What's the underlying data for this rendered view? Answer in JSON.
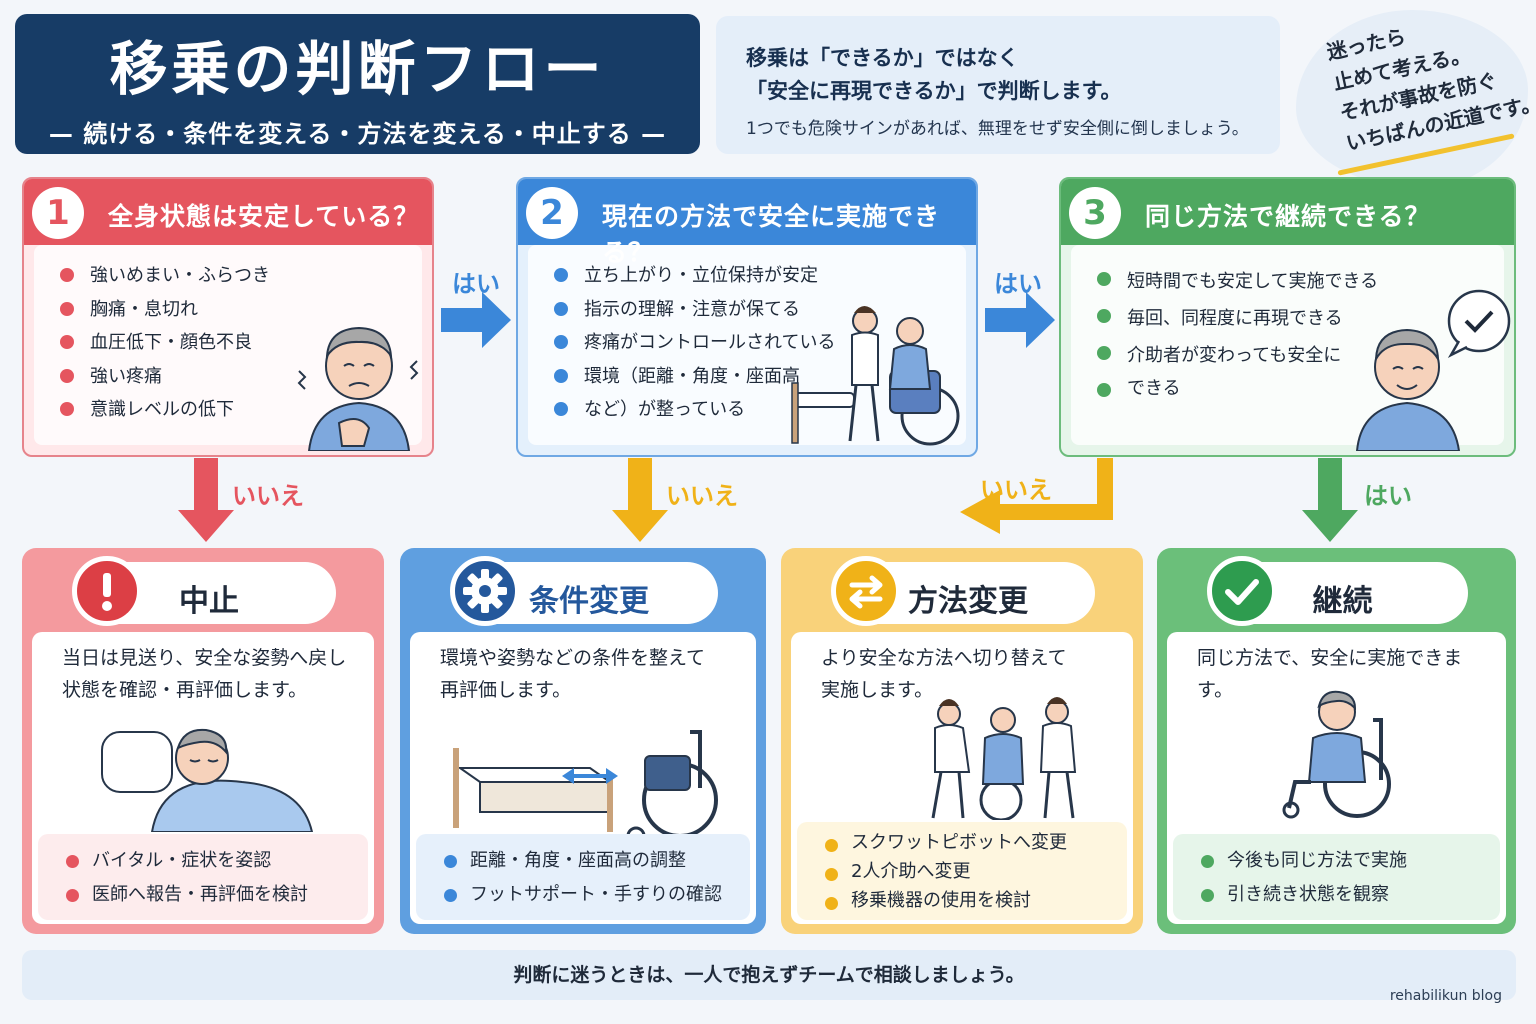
{
  "title": {
    "main": "移乗の判断フロー",
    "sub": "— 続ける・条件を変える・方法を変える・中止する —"
  },
  "intro": {
    "line1": "移乗は「できるか」ではなく",
    "line2": "「安全に再現できるか」で判断します。",
    "line3": "1つでも危険サインがあれば、無理をせず安全側に倒しましょう。"
  },
  "memo": {
    "lines": [
      "迷ったら",
      "止めて考える。",
      "それが事故を防ぐ",
      "いちばんの近道です。"
    ]
  },
  "steps": [
    {
      "number": "1",
      "title": "全身状態は安定している？",
      "items": [
        "強いめまい・ふらつき",
        "胸痛・息切れ",
        "血圧低下・顔色不良",
        "強い疼痛",
        "意識レベルの低下"
      ]
    },
    {
      "number": "2",
      "title": "現在の方法で安全に実施できる？",
      "items": [
        "立ち上がり・立位保持が安定",
        "指示の理解・注意が保てる",
        "疼痛がコントロールされている",
        "環境（距離・角度・座面高",
        "など）が整っている"
      ]
    },
    {
      "number": "3",
      "title": "同じ方法で継続できる？",
      "items": [
        "短時間でも安定して実施できる",
        "毎回、同程度に再現できる",
        "介助者が変わっても安全に",
        "できる"
      ]
    }
  ],
  "arrows": {
    "yes": "はい",
    "no": "いいえ"
  },
  "outcomes": {
    "stop": {
      "title": "中止",
      "desc1": "当日は見送り、安全な姿勢へ戻し",
      "desc2": "状態を確認・再評価します。",
      "items": [
        "バイタル・症状を姿認",
        "医師へ報告・再評価を検討"
      ]
    },
    "condition": {
      "title": "条件変更",
      "desc1": "環境や姿勢などの条件を整えて",
      "desc2": "再評価します。",
      "items": [
        "距離・角度・座面高の調整",
        "フットサポート・手すりの確認"
      ]
    },
    "method": {
      "title": "方法変更",
      "desc1": "より安全な方法へ切り替えて",
      "desc2": "実施します。",
      "items": [
        "スクワットピボットへ変更",
        "2人介助へ変更",
        "移乗機器の使用を検討"
      ]
    },
    "continue": {
      "title": "継続",
      "desc1": "同じ方法で、安全に実施できます。",
      "items": [
        "今後も同じ方法で実施",
        "引き続き状態を観察"
      ]
    }
  },
  "footer": "判断に迷うときは、一人で抱えずチームで相談しましょう。",
  "credit": "rehabilikun blog",
  "colors": {
    "red": "#e5555f",
    "blue": "#3b87d9",
    "green": "#4ea860",
    "yellow": "#f0b218",
    "navy": "#173c66"
  }
}
